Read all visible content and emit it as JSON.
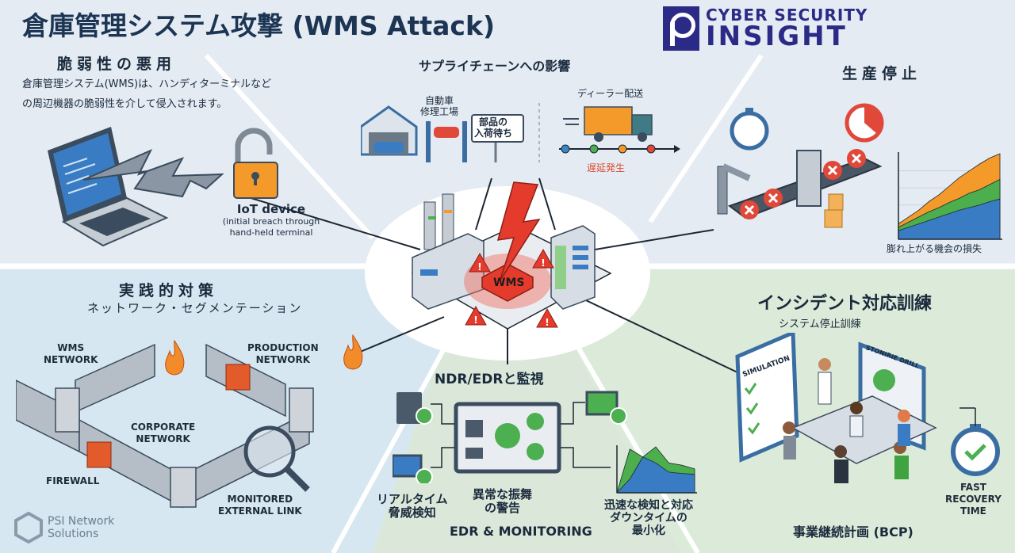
{
  "header": {
    "title": "倉庫管理システム攻撃 (WMS Attack)",
    "logo": {
      "line1": "CYBER SECURITY",
      "line2": "INSIGHT",
      "brand_color": "#2b2a86"
    }
  },
  "hub": {
    "label": "WMS",
    "alert_color": "#e53b2c"
  },
  "sections": {
    "vulnerability": {
      "heading": "脆弱性の悪用",
      "description_lines": [
        "倉庫管理システム(WMS)は、ハンディターミナルなど",
        "の周辺機器の脆弱性を介して侵入されます。"
      ],
      "device_label": "IoT device",
      "device_caption": "(initial breach through\nhand-held terminal",
      "icons": [
        "laptop-icon",
        "lightning-arrow-icon",
        "open-padlock-icon"
      ]
    },
    "supply_chain": {
      "heading": "サプライチェーンへの影響",
      "repair_shop_label": "自動車\n修理工場",
      "sign_label": "部品の\n入荷待ち",
      "dealer_label": "ディーラー配送",
      "delay_label": "遅延発生",
      "timeline_dots": [
        "#3a86c8",
        "#4caf50",
        "#f39a2b",
        "#e0483a"
      ]
    },
    "production_stop": {
      "heading": "生産停止",
      "chart_caption": "膨れ上がる機会の損失",
      "icons": [
        "stopwatch-blue-icon",
        "stopwatch-red-icon",
        "conveyor-icon",
        "robot-arm-icon",
        "boxes-icon"
      ]
    },
    "countermeasures": {
      "heading": "実践的対策",
      "subheading": "ネットワーク・セグメンテーション",
      "labels": {
        "wms_network": "WMS\nNETWORK",
        "production_network": "PRODUCTION\nNETWORK",
        "corporate_network": "CORPORATE\nNETWORK",
        "firewall": "FIREWALL",
        "monitored_link": "MONITORED\nEXTERNAL LINK"
      }
    },
    "monitoring": {
      "heading": "NDR/EDRと監視",
      "realtime_label": "リアルタイム\n脅威検知",
      "anomaly_label": "異常な振舞\nの警告",
      "footer_label": "EDR & MONITORING",
      "downtime_label": "迅速な検知と対応\nダウンタイムの\n最小化"
    },
    "incident_training": {
      "heading": "インシデント対応訓練",
      "subheading": "システム停止訓練",
      "clipboard_label": "SIMULATION",
      "screen_label": "STONIRIE DRILL",
      "recovery_label": "FAST\nRECOVERY\nTIME",
      "footer_label": "事業継続計画 (BCP)"
    }
  },
  "footer_logo": {
    "line1": "PSI Network",
    "line2": "Solutions"
  },
  "chart_data": [
    {
      "type": "area",
      "title": "膨れ上がる機会の損失",
      "xlabel": "",
      "ylabel": "",
      "x": [
        0,
        1,
        2,
        3,
        4,
        5,
        6,
        7,
        8,
        9,
        10
      ],
      "series": [
        {
          "name": "blue",
          "color": "#3a7cc3",
          "values": [
            10,
            14,
            18,
            22,
            26,
            30,
            34,
            37,
            40,
            44,
            47
          ]
        },
        {
          "name": "green",
          "color": "#4cae4c",
          "values": [
            14,
            20,
            26,
            32,
            37,
            43,
            48,
            54,
            58,
            64,
            70
          ]
        },
        {
          "name": "orange",
          "color": "#f39a2b",
          "values": [
            18,
            26,
            34,
            44,
            52,
            62,
            72,
            80,
            88,
            95,
            100
          ]
        }
      ],
      "ylim": [
        0,
        100
      ],
      "grid": true
    },
    {
      "type": "area",
      "title": "迅速な検知と対応 ダウンタイムの最小化",
      "x": [
        0,
        1,
        2,
        3,
        4,
        5,
        6
      ],
      "series": [
        {
          "name": "green",
          "color": "#4cae4c",
          "values": [
            0,
            95,
            78,
            100,
            65,
            60,
            52
          ]
        },
        {
          "name": "blue",
          "color": "#3a7cc3",
          "values": [
            0,
            30,
            78,
            65,
            45,
            42,
            40
          ]
        }
      ],
      "ylim": [
        0,
        100
      ],
      "grid": false
    }
  ]
}
